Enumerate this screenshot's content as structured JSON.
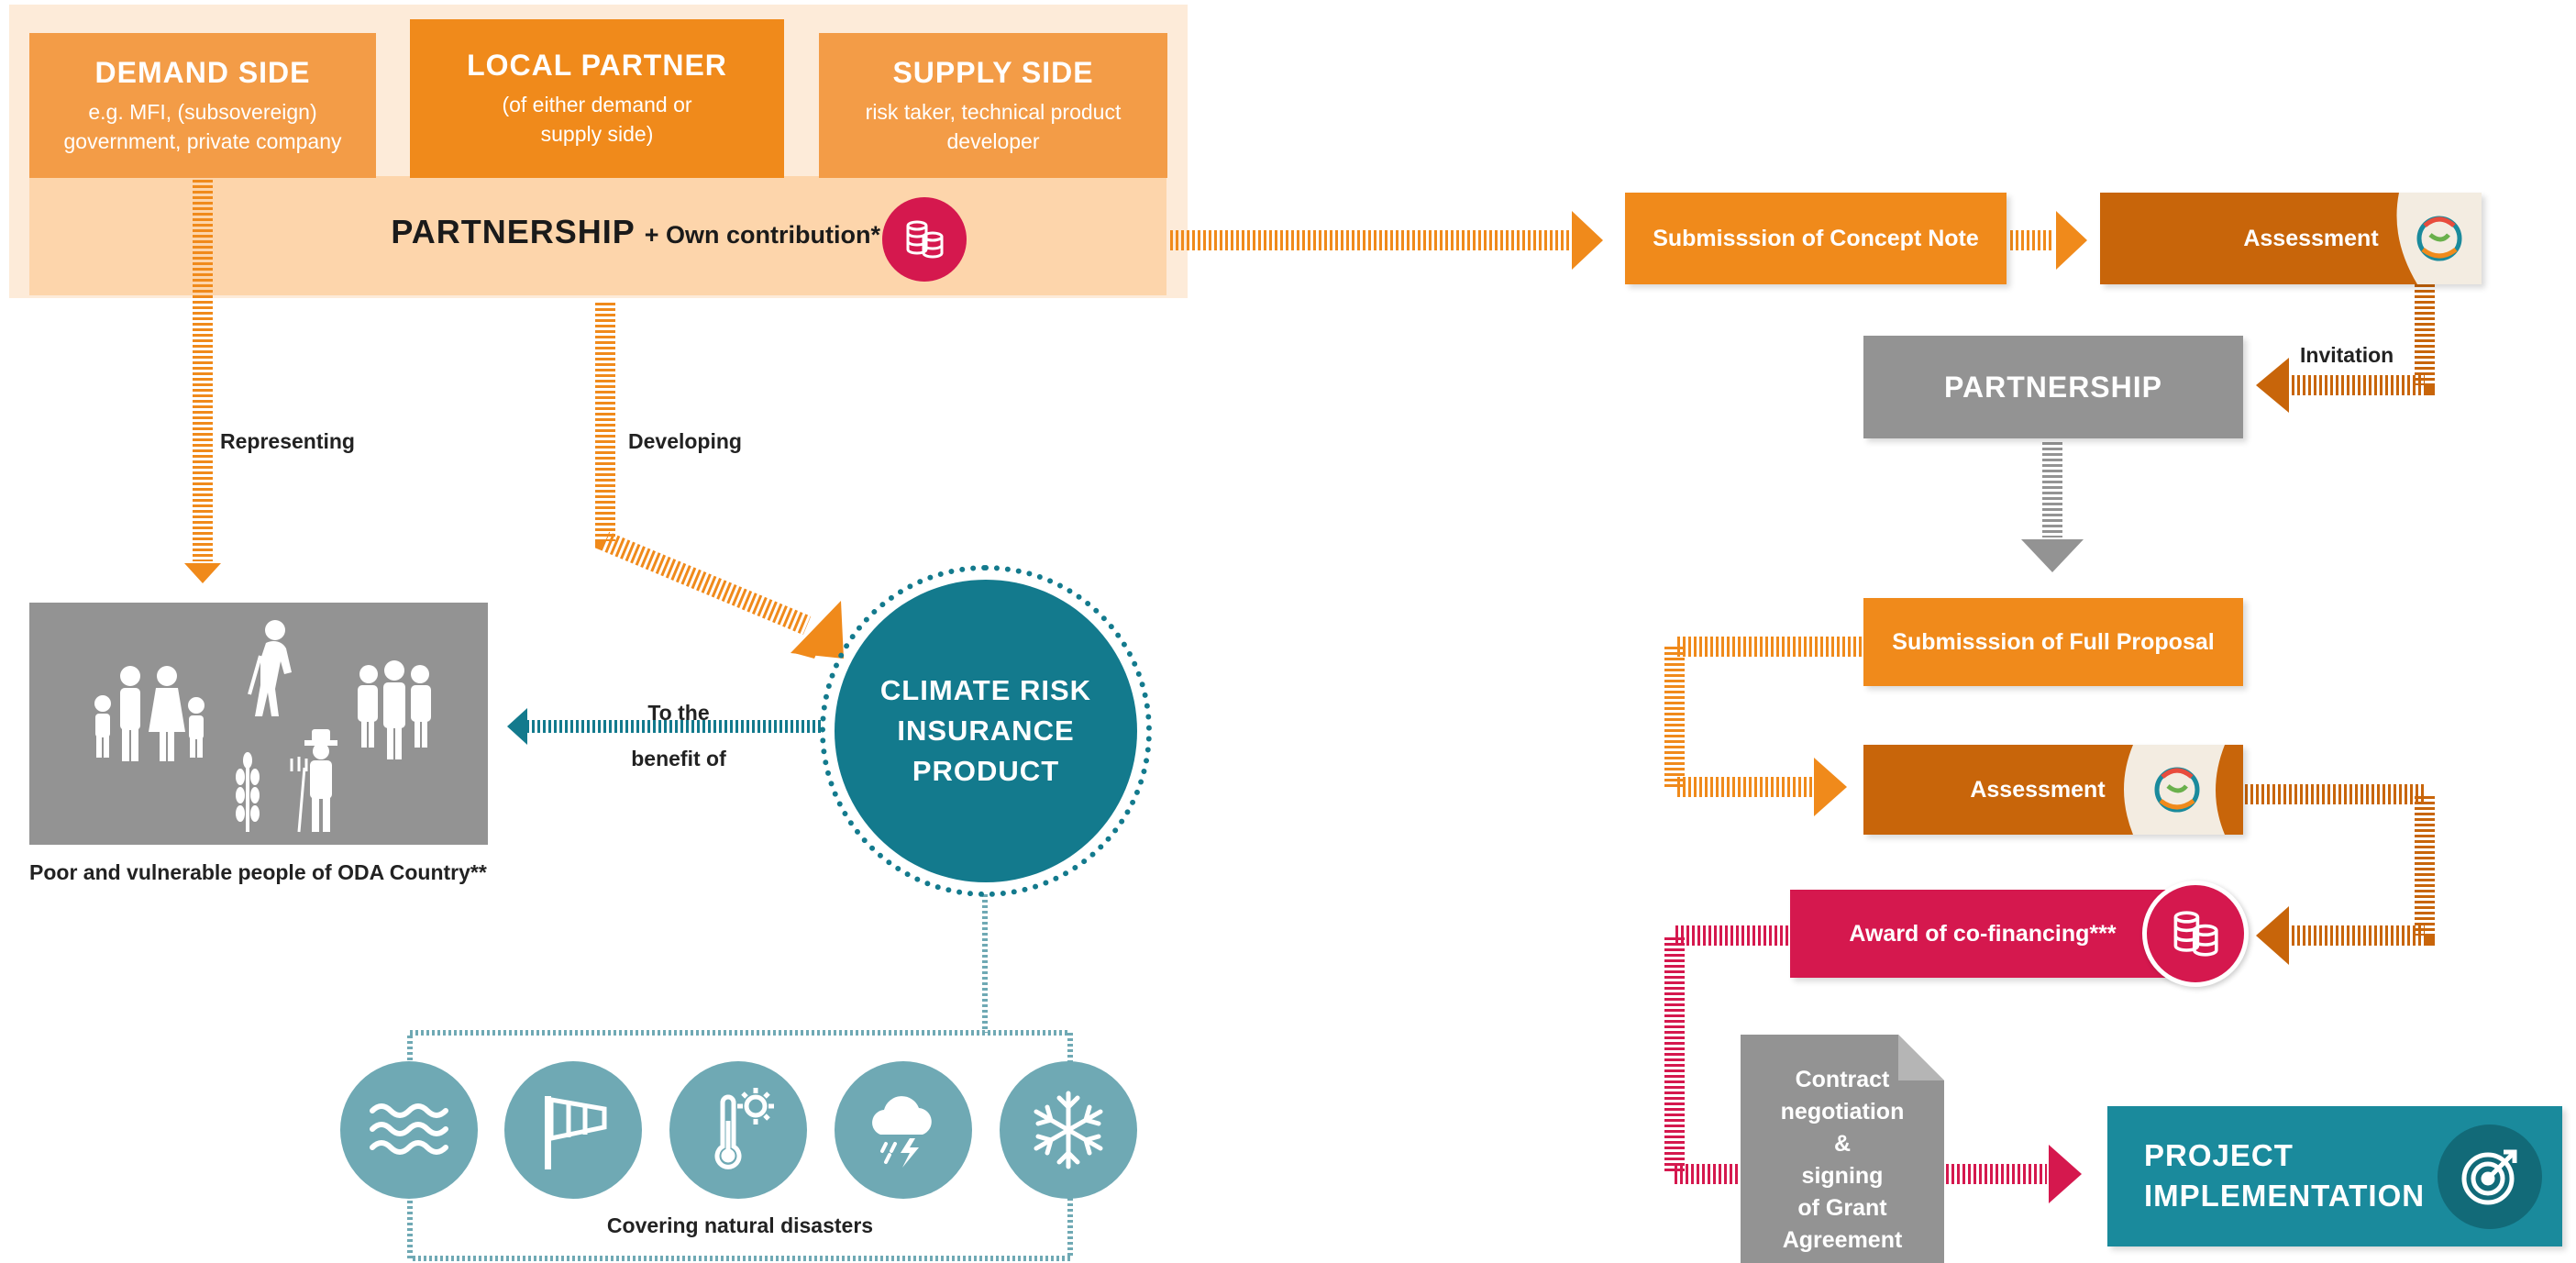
{
  "colors": {
    "orange": "#f08a1b",
    "orange_light": "#f39c47",
    "orange_dark": "#c8650a",
    "peach": "#fdd5ab",
    "peach_bg": "#fdebd9",
    "gray": "#939393",
    "teal": "#137a8d",
    "teal_light": "#6fa9b4",
    "crimson": "#d5184e",
    "project_teal": "#1a8a9c"
  },
  "partnership_block": {
    "demand": {
      "title": "DEMAND SIDE",
      "subtitle_1": "e.g. MFI, (subsovereign)",
      "subtitle_2": "government, private company"
    },
    "local": {
      "title": "LOCAL PARTNER",
      "subtitle_1": "(of either demand or",
      "subtitle_2": "supply side)"
    },
    "supply": {
      "title": "SUPPLY SIDE",
      "subtitle_1": "risk taker, technical product",
      "subtitle_2": "developer"
    },
    "partnership_label": "PARTNERSHIP",
    "contribution_label": "+ Own contribution*"
  },
  "labels": {
    "representing": "Representing",
    "developing": "Developing",
    "to_the": "To the",
    "benefit_of": "benefit of",
    "poor_people": "Poor and vulnerable people of ODA Country**",
    "covering": "Covering natural disasters",
    "invitation": "Invitation"
  },
  "product": {
    "line1": "CLIMATE RISK",
    "line2": "INSURANCE",
    "line3": "PRODUCT"
  },
  "process": {
    "concept_note": "Submisssion of Concept Note",
    "assessment_1": "Assessment",
    "partnership": "PARTNERSHIP",
    "full_proposal": "Submisssion of Full Proposal",
    "assessment_2": "Assessment",
    "award": "Award of co-financing***",
    "contract": [
      "Contract",
      "negotiation",
      "&",
      "signing",
      "of Grant",
      "Agreement"
    ],
    "project_line1": "PROJECT",
    "project_line2": "IMPLEMENTATION"
  },
  "icons": {
    "coins": "coins-icon",
    "people": "people-group-icon",
    "flood": "flood-waves-icon",
    "wind": "windsock-icon",
    "heat": "thermometer-sun-icon",
    "storm": "rain-lightning-icon",
    "frost": "snowflake-icon",
    "logo": "swirl-logo-icon",
    "target": "target-icon"
  }
}
